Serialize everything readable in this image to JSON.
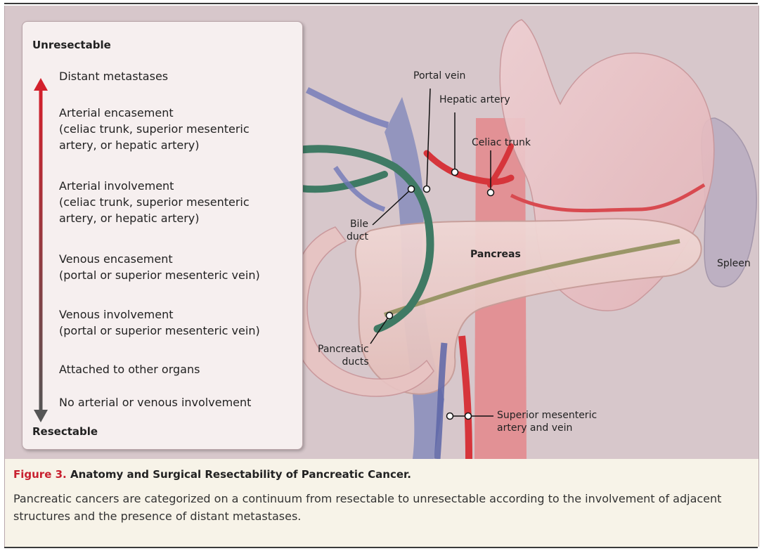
{
  "panel": {
    "top_label": "Unresectable",
    "bottom_label": "Resectable",
    "items": [
      "Distant metastases",
      "Arterial encasement\n(celiac trunk, superior mesenteric\nartery, or hepatic artery)",
      "Arterial involvement\n(celiac trunk, superior mesenteric\nartery, or hepatic artery)",
      "Venous encasement\n(portal or superior mesenteric vein)",
      "Venous involvement\n(portal or superior mesenteric vein)",
      "Attached to other organs",
      "No arterial or venous involvement"
    ]
  },
  "labels": {
    "portal_vein": "Portal vein",
    "hepatic_artery": "Hepatic artery",
    "celiac_trunk": "Celiac trunk",
    "bile_duct": "Bile\nduct",
    "pancreas": "Pancreas",
    "spleen": "Spleen",
    "pancreatic_ducts": "Pancreatic\nducts",
    "sma_smv": "Superior mesenteric\nartery and vein"
  },
  "caption": {
    "figure_number": "Figure 3.",
    "title": "Anatomy and Surgical Resectability of Pancreatic Cancer.",
    "body": "Pancreatic cancers are categorized on a continuum from resectable to unresectable according to the involvement of adjacent structures and the presence of distant metastases."
  },
  "colors": {
    "accent_red": "#c8202f",
    "arrow_top": "#d3202c",
    "arrow_bottom": "#555555",
    "background": "#d7c7cb"
  }
}
